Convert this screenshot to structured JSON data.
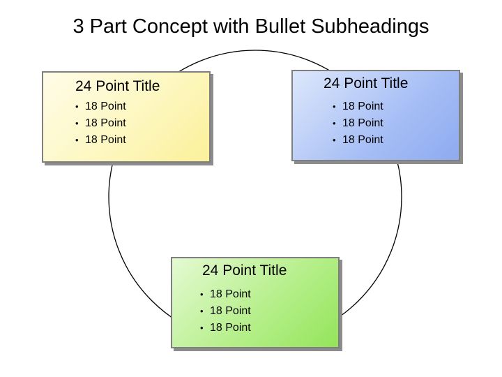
{
  "slide": {
    "title": "3 Part Concept with Bullet Subheadings"
  },
  "boxes": [
    {
      "title": "24 Point Title",
      "bullets": [
        "18 Point",
        "18 Point",
        "18 Point"
      ],
      "color": "#fbf3a8"
    },
    {
      "title": "24 Point Title",
      "bullets": [
        "18 Point",
        "18 Point",
        "18 Point"
      ],
      "color": "#9fb8f4"
    },
    {
      "title": "24 Point Title",
      "bullets": [
        "18 Point",
        "18 Point",
        "18 Point"
      ],
      "color": "#a8ea74"
    }
  ],
  "bullet_glyph": "•",
  "ring_color": "#000000"
}
